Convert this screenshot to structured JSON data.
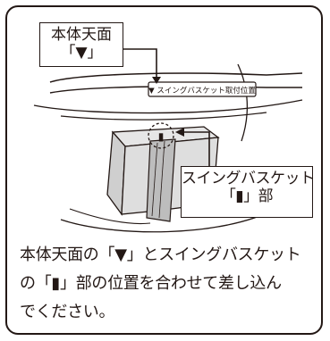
{
  "label_top": {
    "line1": "本体天面",
    "line2": "「▼」"
  },
  "slot_label": "▼ スイングバスケット取付位置",
  "label_bottom": {
    "line1": "スイングバスケット",
    "line2": "「▮」部"
  },
  "marker_glyph": "▮",
  "caption": {
    "line1": "本体天面の「▼」とスイングバスケット",
    "line2": "の「▮」部の位置を合わせて差し込ん",
    "line3": "でください。"
  }
}
